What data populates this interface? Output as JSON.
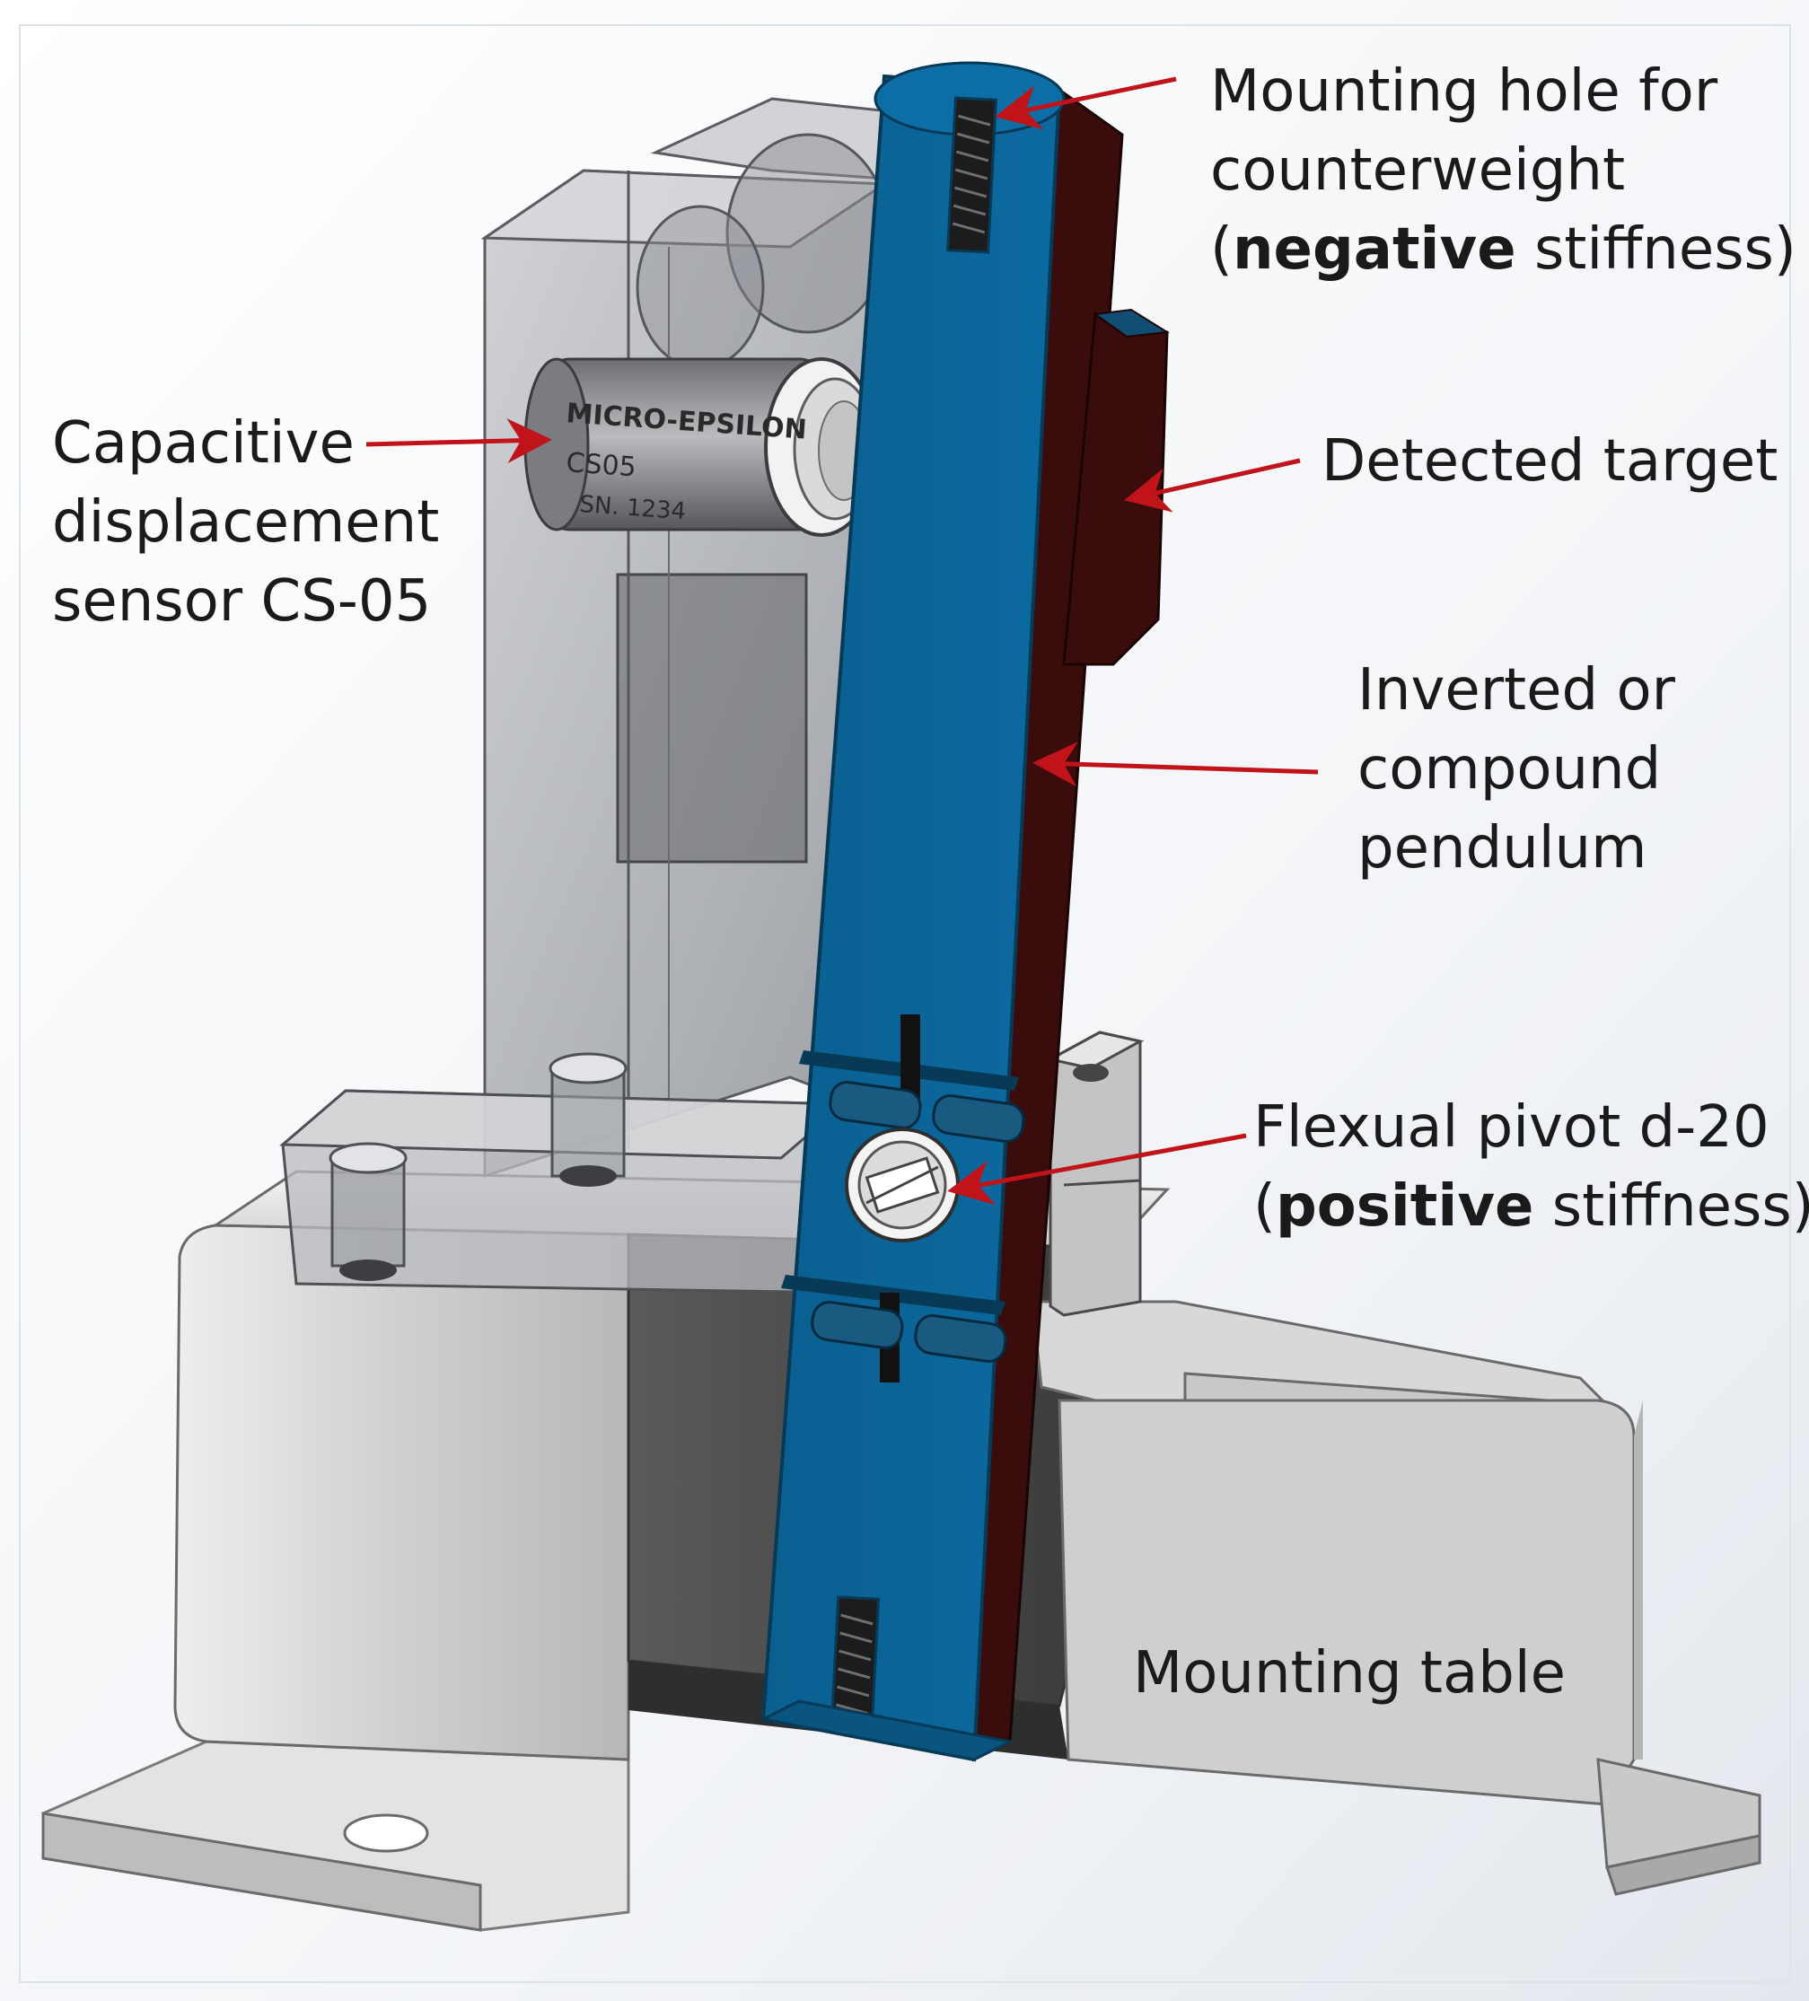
{
  "labels": {
    "mounting_hole": {
      "line1": "Mounting hole for",
      "line2": "counterweight",
      "line3_open": "(",
      "line3_bold": "negative",
      "line3_rest": " stiffness)"
    },
    "sensor": {
      "line1": "Capacitive",
      "line2": "displacement",
      "line3": "sensor CS-05"
    },
    "target": {
      "line1": "Detected target"
    },
    "pendulum": {
      "line1": "Inverted or",
      "line2": "compound",
      "line3": "pendulum"
    },
    "pivot": {
      "line1": "Flexual pivot d-20",
      "line2_open": "(",
      "line2_bold": "positive",
      "line2_rest": " stiffness)"
    },
    "table": {
      "line1": "Mounting table"
    }
  },
  "sensor_markings": {
    "brand": "MICRO-EPSILON",
    "model": "CS05",
    "serial": "SN. 1234"
  },
  "colors": {
    "pendulum_face": "#0b6496",
    "pendulum_side": "#3a0c0c",
    "arrow": "#c0141a",
    "metal_light": "#d6d6d6",
    "metal_dark": "#4a4a4a",
    "housing": "#9a9a9a"
  }
}
